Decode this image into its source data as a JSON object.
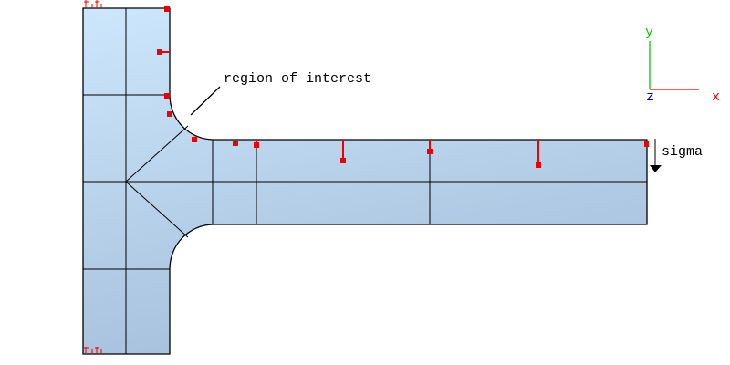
{
  "annotation": {
    "label": "region of interest"
  },
  "load": {
    "label": "sigma"
  },
  "axes": {
    "x": "x",
    "y": "y",
    "z": "z",
    "x_color": "#ff0000",
    "y_color": "#00cc00",
    "z_color": "#0000cc"
  },
  "colors": {
    "fill_top": "#cce7fc",
    "fill_bottom": "#a7c0dc",
    "vector": "#ee0000"
  }
}
